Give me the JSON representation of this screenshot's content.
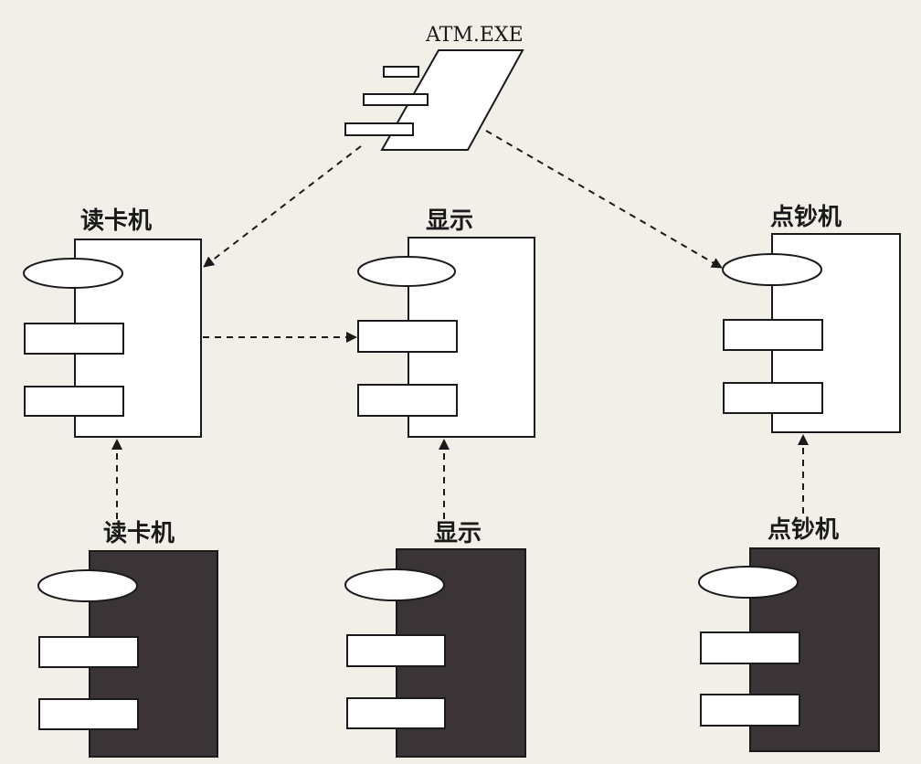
{
  "executable": {
    "label": "ATM.EXE",
    "icon": "component-icon"
  },
  "components": [
    {
      "id": "card-reader",
      "label": "读卡机"
    },
    {
      "id": "display",
      "label": "显示"
    },
    {
      "id": "cash-dispenser",
      "label": "点钞机"
    }
  ],
  "nodes": [
    {
      "id": "card-reader-node",
      "label": "读卡机"
    },
    {
      "id": "display-node",
      "label": "显示"
    },
    {
      "id": "cash-dispenser-node",
      "label": "点钞机"
    }
  ],
  "colors": {
    "background": "#f1efe7",
    "stroke": "#1a1a1a",
    "node_fill": "#3a3436",
    "box_fill": "#ffffff"
  }
}
